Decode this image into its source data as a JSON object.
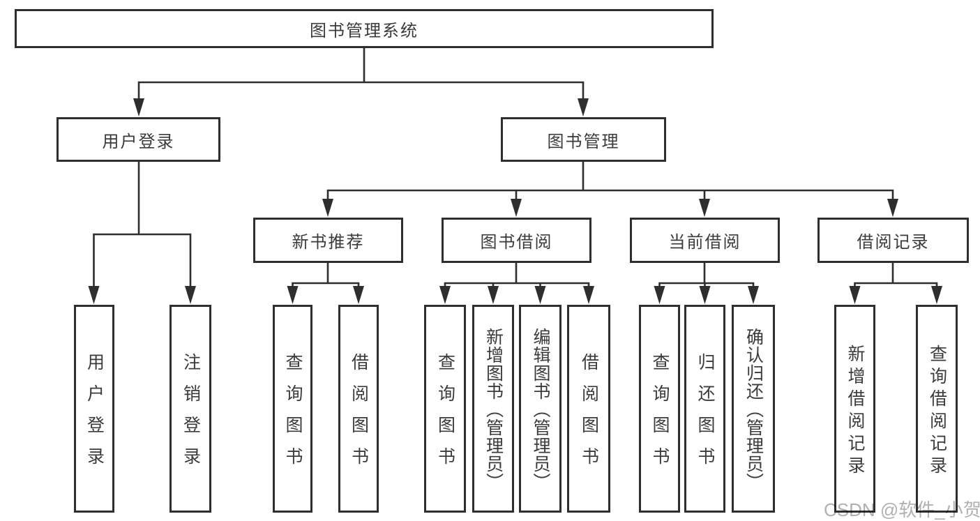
{
  "diagram": {
    "type": "hierarchy-tree",
    "root": {
      "label": "图书管理系统",
      "children": [
        {
          "label": "用户登录",
          "children": [
            {
              "label": "用户登录"
            },
            {
              "label": "注销登录"
            }
          ]
        },
        {
          "label": "图书管理",
          "children": [
            {
              "label": "新书推荐",
              "children": [
                {
                  "label": "查询图书"
                },
                {
                  "label": "借阅图书"
                }
              ]
            },
            {
              "label": "图书借阅",
              "children": [
                {
                  "label": "查询图书"
                },
                {
                  "label": "新增图书（管理员）"
                },
                {
                  "label": "编辑图书（管理员）"
                },
                {
                  "label": "借阅图书"
                }
              ]
            },
            {
              "label": "当前借阅",
              "children": [
                {
                  "label": "查询图书"
                },
                {
                  "label": "归还图书"
                },
                {
                  "label": "确认归还（管理员）"
                }
              ]
            },
            {
              "label": "借阅记录",
              "children": [
                {
                  "label": "新增借阅记录"
                },
                {
                  "label": "查询借阅记录"
                }
              ]
            }
          ]
        }
      ]
    }
  },
  "watermark": {
    "text": "CSDN @软件_小贺同学"
  },
  "colors": {
    "line": "#2e2e2e",
    "text": "#3b3b3b",
    "background": "#ffffff",
    "watermark": "#b0b0b0"
  }
}
